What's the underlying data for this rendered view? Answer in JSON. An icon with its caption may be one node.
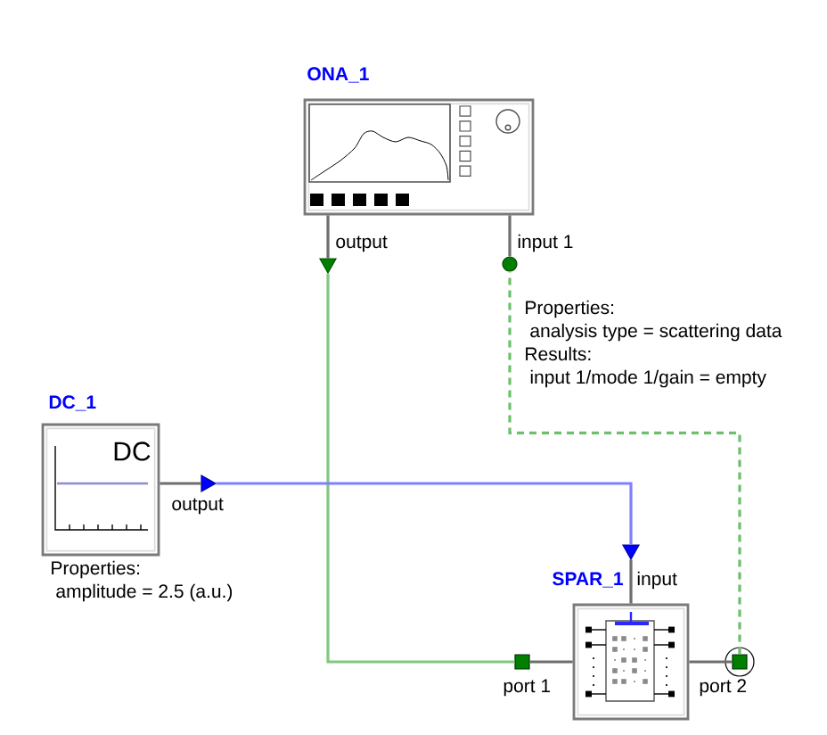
{
  "diagram": {
    "nodes": [
      {
        "text": [
          "ONA_1"
        ],
        "beside": [
          "Properties:",
          "analysis type = scattering data",
          "Results:",
          "input 1/mode 1/gain = empty"
        ]
      },
      {
        "text": [],
        "shape": "triangle",
        "beside": [
          "output"
        ]
      },
      {
        "text": [],
        "shape": "circle",
        "beside": [
          "input 1"
        ]
      },
      {
        "text": [
          "DC_1",
          "DC"
        ],
        "beside": [
          "Properties:",
          "amplitude = 2.5 (a.u.)"
        ]
      },
      {
        "text": [],
        "shape": "triangle",
        "beside": [
          "output"
        ]
      },
      {
        "text": [
          "SPAR_1"
        ]
      },
      {
        "text": [],
        "shape": "triangle",
        "beside": [
          "input"
        ]
      },
      {
        "text": [],
        "shape": "box",
        "beside": [
          "port 1"
        ]
      },
      {
        "text": [],
        "shape": "box",
        "beside": [
          "port 2"
        ]
      }
    ],
    "edges": [
      {
        "from": 0,
        "to": 1,
        "arrow": "none"
      },
      {
        "from": 0,
        "to": 2,
        "arrow": "none"
      },
      {
        "from": 3,
        "to": 4,
        "arrow": "none"
      },
      {
        "from": 5,
        "to": 6,
        "arrow": "none"
      },
      {
        "from": 5,
        "to": 7,
        "arrow": "none"
      },
      {
        "from": 5,
        "to": 8,
        "arrow": "none"
      },
      {
        "from": 1,
        "to": 7,
        "arrow": "none",
        "color": "#80c880"
      },
      {
        "from": 4,
        "to": 6,
        "arrow": "none",
        "color": "#8080ff"
      },
      {
        "from": 8,
        "to": 2,
        "arrow": "none",
        "style": "dashed",
        "color": "#6cbf6c"
      }
    ]
  }
}
